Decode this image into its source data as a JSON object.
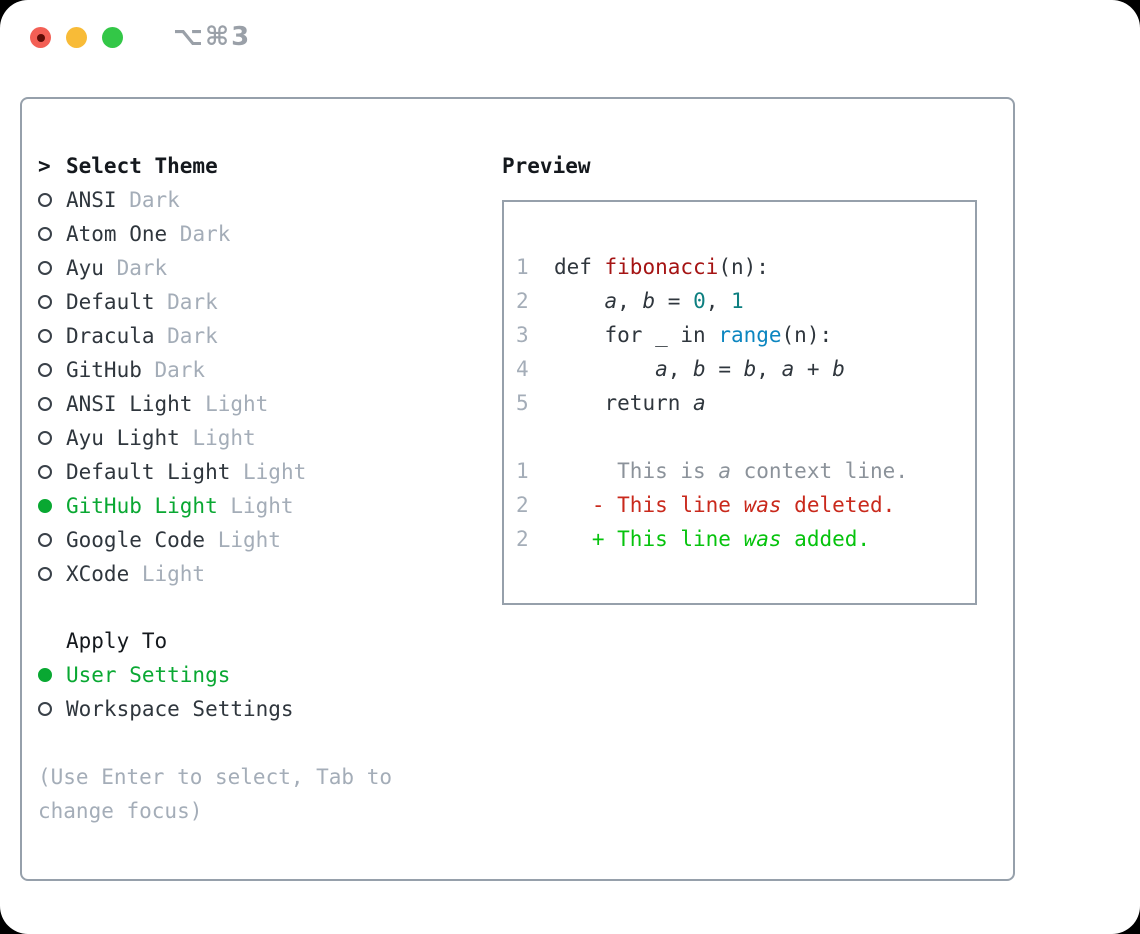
{
  "titlebar": {
    "shortcut": "⌥⌘3",
    "icons": [
      "close-icon",
      "minimize-icon",
      "zoom-icon"
    ]
  },
  "theme_picker": {
    "prompt": ">",
    "title": "Select Theme",
    "items": [
      {
        "label": "ANSI",
        "variant": "Dark",
        "selected": false
      },
      {
        "label": "Atom One",
        "variant": "Dark",
        "selected": false
      },
      {
        "label": "Ayu",
        "variant": "Dark",
        "selected": false
      },
      {
        "label": "Default",
        "variant": "Dark",
        "selected": false
      },
      {
        "label": "Dracula",
        "variant": "Dark",
        "selected": false
      },
      {
        "label": "GitHub",
        "variant": "Dark",
        "selected": false
      },
      {
        "label": "ANSI Light",
        "variant": "Light",
        "selected": false
      },
      {
        "label": "Ayu Light",
        "variant": "Light",
        "selected": false
      },
      {
        "label": "Default Light",
        "variant": "Light",
        "selected": false
      },
      {
        "label": "GitHub Light",
        "variant": "Light",
        "selected": true
      },
      {
        "label": "Google Code",
        "variant": "Light",
        "selected": false
      },
      {
        "label": "XCode",
        "variant": "Light",
        "selected": false
      }
    ],
    "apply_to": {
      "title": "Apply To",
      "options": [
        {
          "label": "User Settings",
          "selected": true
        },
        {
          "label": "Workspace Settings",
          "selected": false
        }
      ]
    },
    "hint": "(Use Enter to select, Tab to change focus)"
  },
  "preview": {
    "title": "Preview",
    "lines": [
      [
        {
          "t": "1",
          "s": "num"
        },
        {
          "t": "  def ",
          "s": "plain"
        },
        {
          "t": "fibonacci",
          "s": "fn"
        },
        {
          "t": "(n):",
          "s": "plain"
        }
      ],
      [
        {
          "t": "2",
          "s": "num"
        },
        {
          "t": "      ",
          "s": "plain"
        },
        {
          "t": "a",
          "s": "var"
        },
        {
          "t": ", ",
          "s": "plain"
        },
        {
          "t": "b",
          "s": "var"
        },
        {
          "t": " = ",
          "s": "plain"
        },
        {
          "t": "0",
          "s": "number"
        },
        {
          "t": ", ",
          "s": "plain"
        },
        {
          "t": "1",
          "s": "number"
        }
      ],
      [
        {
          "t": "3",
          "s": "num"
        },
        {
          "t": "      for _ in ",
          "s": "plain"
        },
        {
          "t": "range",
          "s": "builtin"
        },
        {
          "t": "(n):",
          "s": "plain"
        }
      ],
      [
        {
          "t": "4",
          "s": "num"
        },
        {
          "t": "          ",
          "s": "plain"
        },
        {
          "t": "a",
          "s": "var"
        },
        {
          "t": ", ",
          "s": "plain"
        },
        {
          "t": "b",
          "s": "var"
        },
        {
          "t": " = ",
          "s": "plain"
        },
        {
          "t": "b",
          "s": "var"
        },
        {
          "t": ", ",
          "s": "plain"
        },
        {
          "t": "a",
          "s": "var"
        },
        {
          "t": " + ",
          "s": "plain"
        },
        {
          "t": "b",
          "s": "var"
        }
      ],
      [
        {
          "t": "5",
          "s": "num"
        },
        {
          "t": "      return ",
          "s": "plain"
        },
        {
          "t": "a",
          "s": "var"
        }
      ],
      [],
      [
        {
          "t": "1",
          "s": "num"
        },
        {
          "t": "       This is ",
          "s": "ctx"
        },
        {
          "t": "a",
          "s": "ctx-i"
        },
        {
          "t": " context line.",
          "s": "ctx"
        }
      ],
      [
        {
          "t": "2",
          "s": "num"
        },
        {
          "t": "     - This line ",
          "s": "del"
        },
        {
          "t": "was",
          "s": "del-i"
        },
        {
          "t": " deleted.",
          "s": "del"
        }
      ],
      [
        {
          "t": "2",
          "s": "num"
        },
        {
          "t": "     + This line ",
          "s": "add"
        },
        {
          "t": "was",
          "s": "add-i"
        },
        {
          "t": " added.",
          "s": "add"
        }
      ]
    ]
  },
  "colors": {
    "selection_green": "#09a832",
    "added_green": "#06c30d",
    "deleted_red": "#c9291c",
    "function_red": "#a51414",
    "builtin_blue": "#0c86c0",
    "number_teal": "#0d7f80",
    "muted_gray": "#a4adb8",
    "context_gray": "#8b929a",
    "text_dark": "#2f363d",
    "border_gray": "#96a0ab",
    "traffic_red": "#f35f55",
    "traffic_yellow": "#f8bb37",
    "traffic_green": "#33c747"
  }
}
